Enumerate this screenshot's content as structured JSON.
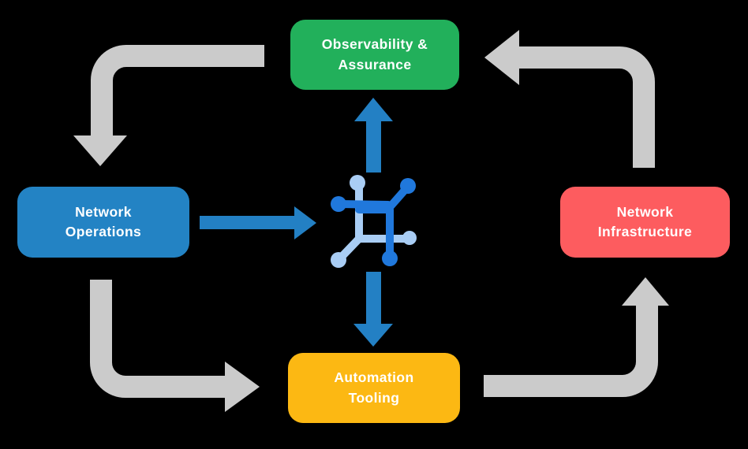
{
  "diagram": {
    "nodes": {
      "observability": {
        "label": "Observability &\nAssurance",
        "color": "#22B05B"
      },
      "operations": {
        "label": "Network\nOperations",
        "color": "#2383C4"
      },
      "infrastructure": {
        "label": "Network\nInfrastructure",
        "color": "#FD5C5F"
      },
      "automation": {
        "label": "Automation\nTooling",
        "color": "#FCB813"
      }
    },
    "center_icon": "network-automation-icon",
    "flow": {
      "cycle_arrows": [
        "observability-to-operations",
        "operations-to-automation",
        "automation-to-infrastructure",
        "infrastructure-to-observability"
      ],
      "hub_arrows": [
        "operations-to-center",
        "center-to-observability",
        "center-to-automation"
      ]
    },
    "colors": {
      "background": "#000000",
      "arrow_gray": "#CBCBCB",
      "arrow_blue": "#2380C4",
      "icon_dark_blue": "#2078DC",
      "icon_light_blue": "#A9CDF4",
      "node_text": "#FFFFFF"
    }
  }
}
